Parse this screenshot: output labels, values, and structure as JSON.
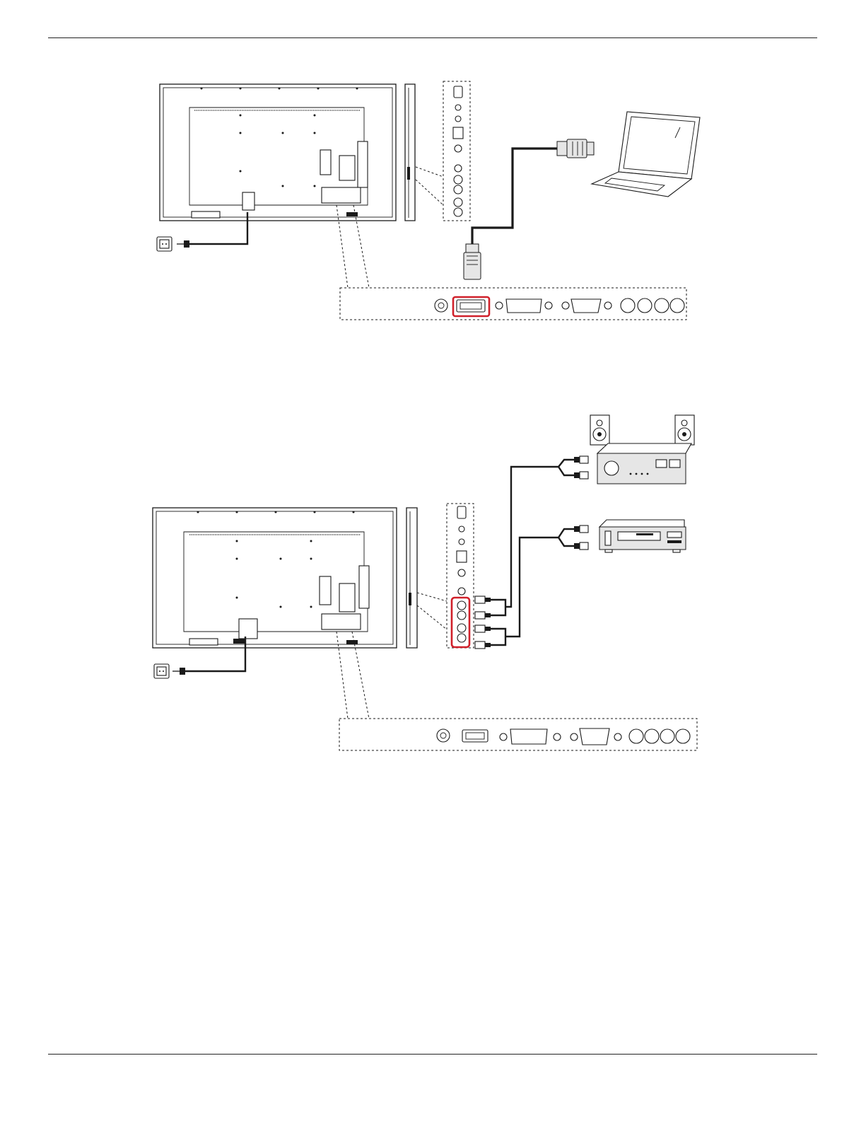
{
  "page": {
    "header_rule": true,
    "footer_rule": true
  },
  "figures": [
    {
      "id": "figure-pc-displayport",
      "devices": [
        "display-rear-panel",
        "display-side-panel",
        "input-terminal-strip",
        "power-outlet",
        "laptop-icon"
      ],
      "highlighted_port": "displayport",
      "highlight_color": "#d0202a"
    },
    {
      "id": "figure-audio-equipment",
      "devices": [
        "display-rear-panel",
        "display-side-panel",
        "input-terminal-strip",
        "power-outlet",
        "amplifier-with-speakers-icon",
        "audio-player-icon"
      ],
      "highlighted_port": "side-audio-rca-jacks",
      "highlight_color": "#d0202a"
    }
  ],
  "icons": [
    "power-outlet-icon",
    "power-plug-icon",
    "laptop-icon",
    "speaker-icon",
    "amplifier-icon",
    "audio-player-icon",
    "rca-plug-icon",
    "displayport-plug-icon"
  ]
}
